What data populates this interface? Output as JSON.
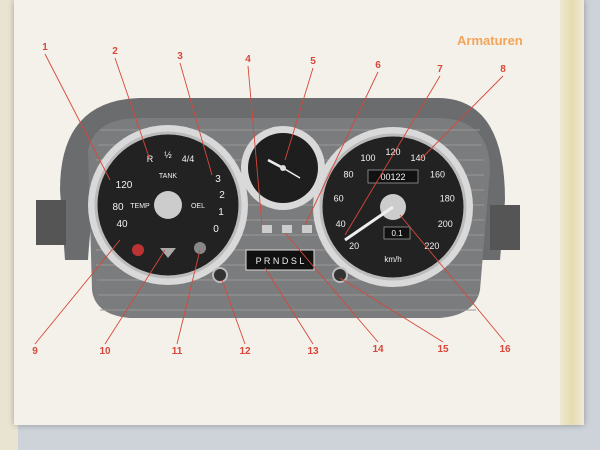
{
  "header": {
    "title": "Armaturen"
  },
  "callouts": [
    "1",
    "2",
    "3",
    "4",
    "5",
    "6",
    "7",
    "8",
    "9",
    "10",
    "11",
    "12",
    "13",
    "14",
    "15",
    "16"
  ],
  "combi_gauge": {
    "temp_label": "TEMP",
    "tank_label": "TANK",
    "oil_label": "OEL",
    "temp_scale": [
      "40",
      "80",
      "120"
    ],
    "oil_scale": [
      "0",
      "1",
      "2",
      "3"
    ],
    "fuel_scale": [
      "R",
      "½",
      "4/4"
    ]
  },
  "speedometer": {
    "scale": [
      "20",
      "40",
      "60",
      "80",
      "100",
      "120",
      "140",
      "160",
      "180",
      "200",
      "220"
    ],
    "unit": "km/h",
    "odometer": "00122",
    "trip": "0.1"
  },
  "gear_indicator": {
    "text": "P R N D S L"
  },
  "colors": {
    "accent": "#d8473a",
    "title": "#f2a55a"
  }
}
